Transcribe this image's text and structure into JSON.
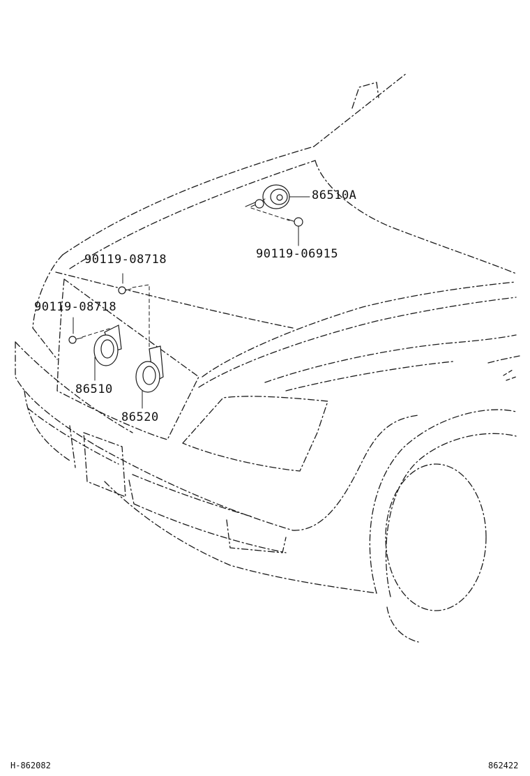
{
  "diagram": {
    "parts": [
      {
        "id": "p1",
        "number": "86510A"
      },
      {
        "id": "p2",
        "number": "90119-06915"
      },
      {
        "id": "p3",
        "number": "90119-08718"
      },
      {
        "id": "p4",
        "number": "90119-08718"
      },
      {
        "id": "p5",
        "number": "86510"
      },
      {
        "id": "p6",
        "number": "86520"
      }
    ]
  },
  "footer": {
    "left_code": "H-862082",
    "right_code": "862422"
  }
}
